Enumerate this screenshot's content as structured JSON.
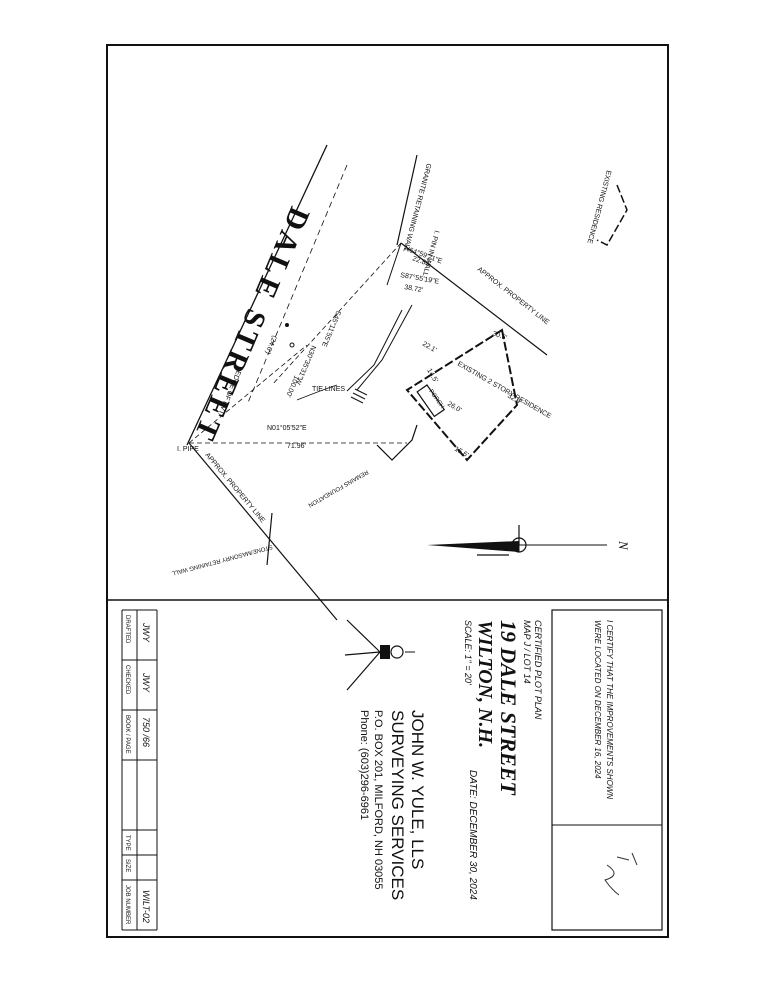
{
  "street": {
    "name": "DALE STREET"
  },
  "labels": {
    "granite_wall": "GRANITE RETAINING WALL",
    "pin": "I. PIN IN WALL",
    "existing_residence": "EXISTING RESIDENCE",
    "existing_2story": "EXISTING 2 STORY RESIDENCE",
    "approx_line_1": "APPROX. PROPERTY LINE",
    "approx_line_2": "APPROX. PROPERTY LINE",
    "edge_pvt": "EDGE OF PVT.",
    "tie_lines": "TIE LINES",
    "remains_foundation": "REMAINS FOUNDATION",
    "pipe": "I. PIPE",
    "stone_wall": "STONE/MASONRY RETAINING WALL",
    "porch": "PORCH",
    "north": "N"
  },
  "measurements": {
    "b1": "N64°59'21\"E",
    "d1": "22.83'",
    "b2": "S87°55'19\"E",
    "d2": "38.72'",
    "b3": "S45°11'55\"E",
    "b4": "N30°35'31\"W",
    "d4": "100.00'",
    "d4b": "(24.6')",
    "b5": "N01°05'52\"E",
    "d5": "71.96'",
    "bld_1": "30.6'",
    "bld_2": "22.1'",
    "bld_3": "14.5'",
    "bld_4": "26.0'",
    "bld_5": "15.6'",
    "bld_6": "32.9'"
  },
  "certification": {
    "line1": "I CERTIFY THAT THE IMPROVEMENTS SHOWN",
    "line2": "WERE LOCATED ON DECEMBER 16, 2024"
  },
  "title_block": {
    "plan_type": "CERTIFIED PLOT PLAN",
    "map_lot": "MAP J / LOT 14",
    "address": "19 DALE STREET",
    "town": "WILTON, N.H.",
    "scale": "SCALE: 1\" = 20'",
    "date": "DATE: DECEMBER 30, 2024"
  },
  "company": {
    "name": "JOHN W. YULE, LLS",
    "services": "SURVEYING SERVICES",
    "address": "P.O. BOX 201, MILFORD, NH 03055",
    "phone": "Phone: (603)296-6961"
  },
  "info_block": {
    "drafted_val": "JWY",
    "drafted_lbl": "DRAFTED",
    "checked_val": "JWY",
    "checked_lbl": "CHECKED",
    "book_val": "750 /66",
    "book_lbl": "BOOK / PAGE",
    "type_lbl": "TYPE",
    "size_lbl": "SIZE",
    "job_val": "WILT-02",
    "job_lbl": "JOB NUMBER"
  }
}
